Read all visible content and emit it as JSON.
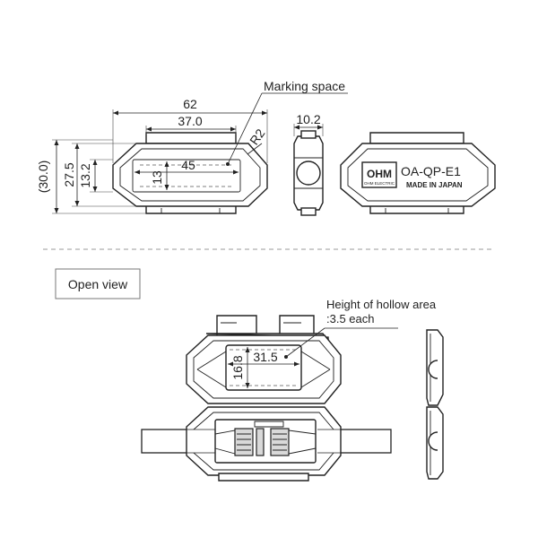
{
  "top": {
    "marking_label": "Marking space",
    "dim_overall_width": "62",
    "dim_inner_width": "37.0",
    "dim_radius": "R2",
    "dim_depth": "10.2",
    "dim_total_height": "(30.0)",
    "dim_body_height": "27.5",
    "dim_mid_height": "13.2",
    "dim_mark_width": "45",
    "dim_mark_height": "13"
  },
  "product": {
    "logo": "OHM",
    "logo_sub": "OHM ELECTRIC",
    "model": "OA-QP-E1",
    "origin": "MADE IN JAPAN"
  },
  "open_view": {
    "label": "Open view",
    "hollow_label_line1": "Height of hollow area",
    "hollow_label_line2": ":3.5 each",
    "dim_hollow_width": "31.5",
    "dim_hollow_height": "16.8"
  }
}
